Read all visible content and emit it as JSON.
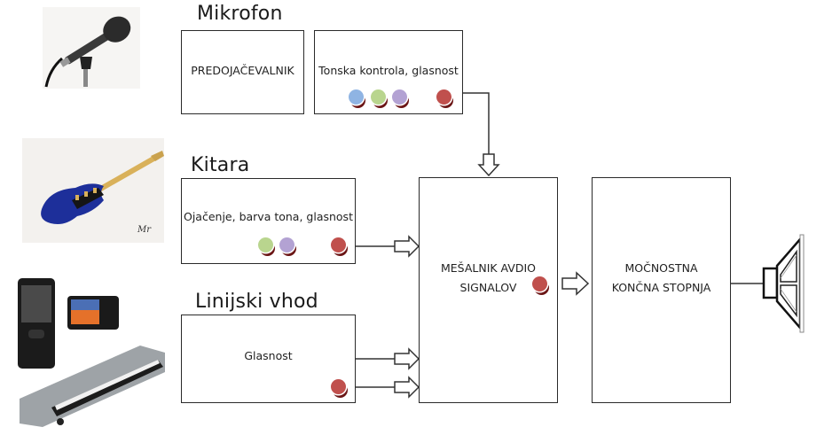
{
  "sections": {
    "microphone": {
      "title": "Mikrofon"
    },
    "guitar": {
      "title": "Kitara"
    },
    "line_in": {
      "title": "Linijski vhod"
    }
  },
  "blocks": {
    "preamp": {
      "label": "PREDOJAČEVALNIK"
    },
    "mic_tone": {
      "label": "Tonska kontrola, glasnost"
    },
    "guitar_ctrl": {
      "label": "Ojačenje, barva tona, glasnost"
    },
    "line_ctrl": {
      "label": "Glasnost"
    },
    "mixer": {
      "label_line1": "MEŠALNIK AVDIO",
      "label_line2": "SIGNALOV"
    },
    "power_amp": {
      "label_line1": "MOČNOSTNA",
      "label_line2": "KONČNA STOPNJA"
    }
  },
  "knob_colors": {
    "blue": "#8fb4e3",
    "green": "#b9d58e",
    "purple": "#b3a2d3",
    "red": "#c0504d",
    "shadow": "#6b1616"
  },
  "images": {
    "microphone": "microphone-photo",
    "guitar": "electric-guitar-photo",
    "line_sources": "phone-player-keyboard-photo"
  }
}
